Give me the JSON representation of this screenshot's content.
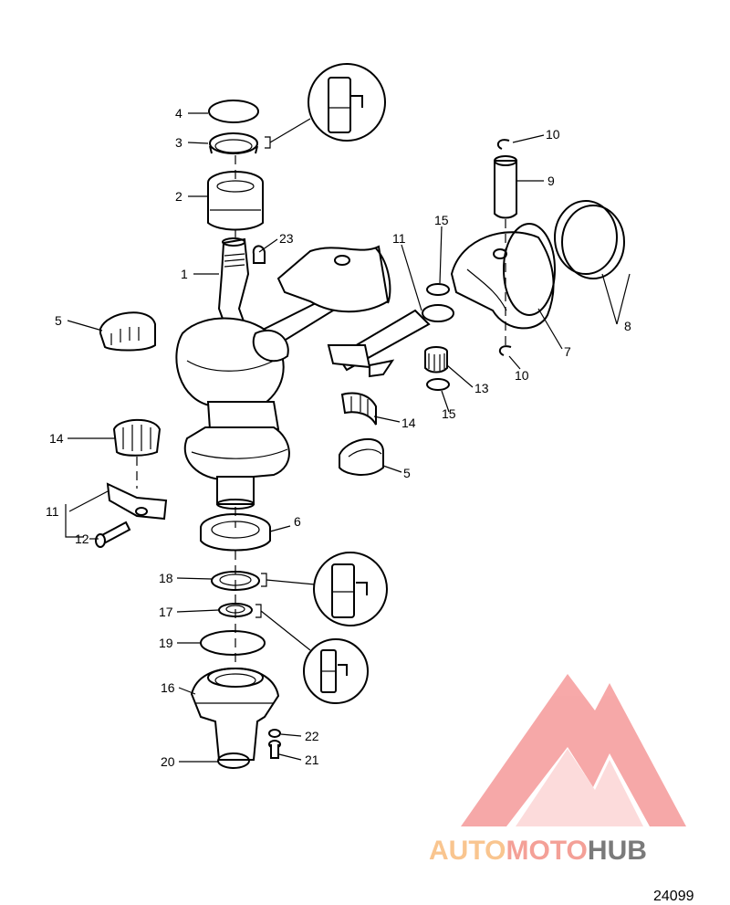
{
  "callouts": {
    "c1": "1",
    "c2": "2",
    "c3": "3",
    "c4": "4",
    "c5a": "5",
    "c5b": "5",
    "c6": "6",
    "c7": "7",
    "c8": "8",
    "c9": "9",
    "c10a": "10",
    "c10b": "10",
    "c11a": "11",
    "c11b": "11",
    "c12": "12",
    "c13": "13",
    "c14a": "14",
    "c14b": "14",
    "c15a": "15",
    "c15b": "15",
    "c16": "16",
    "c17": "17",
    "c18": "18",
    "c19": "19",
    "c20": "20",
    "c21": "21",
    "c22": "22",
    "c23": "23"
  },
  "reference_number": "24099",
  "watermark": {
    "part1": "AUTO",
    "part2": "MOTO",
    "part3": "HUB",
    "color_light": "#f9c58f",
    "color_mid": "#f4a097",
    "color_dark": "#7a7a7a"
  }
}
